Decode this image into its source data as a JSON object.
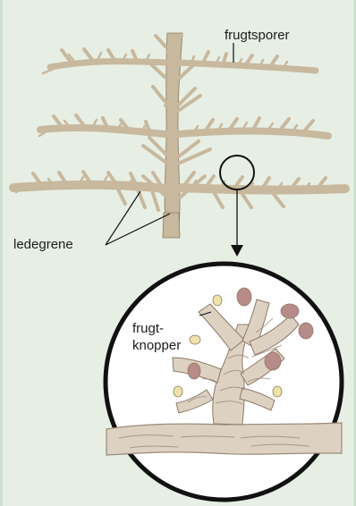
{
  "labels": {
    "fruit_spurs": "frugtsporer",
    "leader_branches": "ledegrene",
    "fruit_buds": "frugt-\nknopper"
  },
  "colors": {
    "background": "#e7efe5",
    "branch": "#c8b89d",
    "branch_outline": "#8f7b5f",
    "bud_tip": "#b78b88",
    "bud_light": "#efe2a9",
    "ink": "#111111",
    "magnifier_fill": "#ffffff"
  }
}
